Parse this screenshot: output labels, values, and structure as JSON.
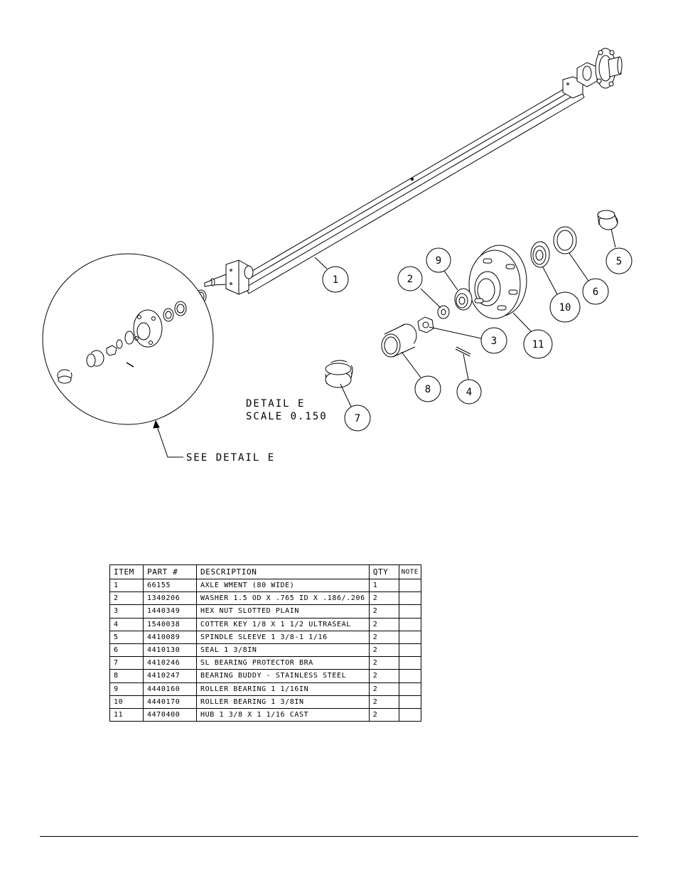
{
  "detail": {
    "title": "DETAIL  E",
    "scale": "SCALE  0.150",
    "callout": "SEE DETAIL  E"
  },
  "balloons": [
    "1",
    "2",
    "3",
    "4",
    "5",
    "6",
    "7",
    "8",
    "9",
    "10",
    "11"
  ],
  "bom": {
    "headers": [
      "ITEM",
      "PART #",
      "DESCRIPTION",
      "QTY",
      "NOTE"
    ],
    "rows": [
      [
        "1",
        "66155",
        "AXLE WMENT (80 WIDE)",
        "1",
        ""
      ],
      [
        "2",
        "1340206",
        "WASHER 1.5 OD X .765 ID X .186/.206",
        "2",
        ""
      ],
      [
        "3",
        "1440349",
        "HEX NUT SLOTTED PLAIN",
        "2",
        ""
      ],
      [
        "4",
        "1540038",
        "COTTER KEY 1/8 X 1 1/2 ULTRASEAL",
        "2",
        ""
      ],
      [
        "5",
        "4410089",
        "SPINDLE SLEEVE  1 3/8-1 1/16",
        "2",
        ""
      ],
      [
        "6",
        "4410130",
        "SEAL  1 3/8IN",
        "2",
        ""
      ],
      [
        "7",
        "4410246",
        "SL BEARING PROTECTOR BRA",
        "2",
        ""
      ],
      [
        "8",
        "4410247",
        "BEARING BUDDY - STAINLESS STEEL",
        "2",
        ""
      ],
      [
        "9",
        "4440160",
        "ROLLER BEARING  1 1/16IN",
        "2",
        ""
      ],
      [
        "10",
        "4440170",
        "ROLLER BEARING  1 3/8IN",
        "2",
        ""
      ],
      [
        "11",
        "4470400",
        "HUB  1 3/8 X 1 1/16 CAST",
        "2",
        ""
      ]
    ]
  }
}
